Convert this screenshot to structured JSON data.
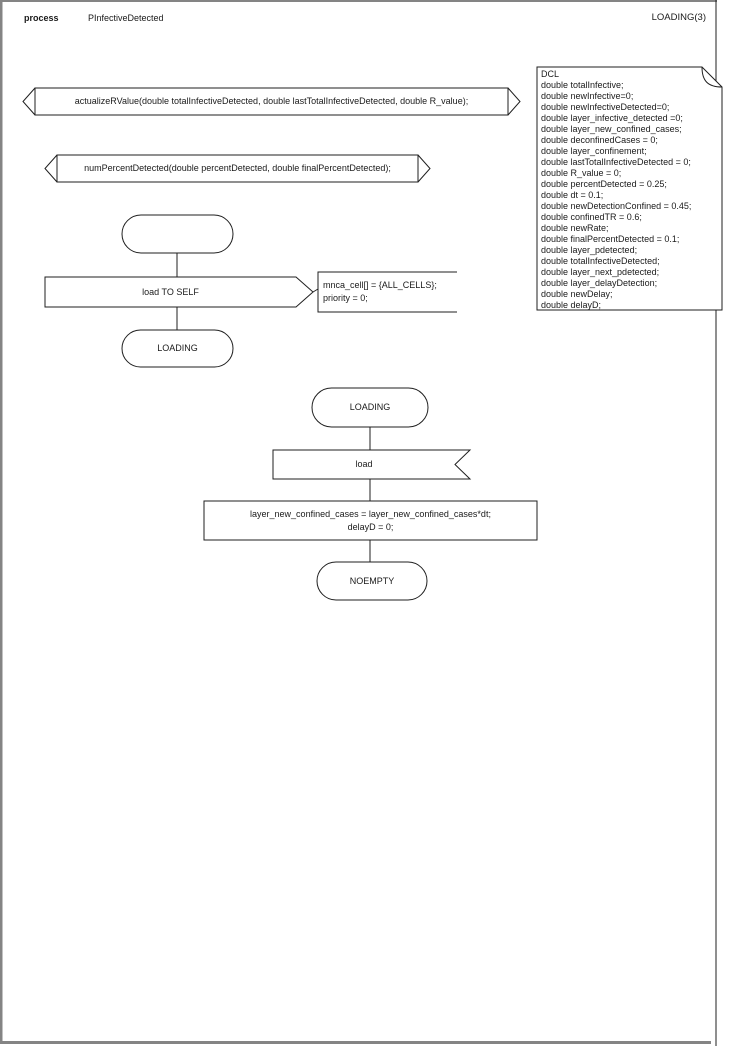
{
  "page": {
    "header": {
      "kind_label": "process",
      "process_name": "PInfectiveDetected",
      "page_label": "LOADING(3)"
    },
    "procedures": [
      {
        "label": "actualizeRValue(double totalInfectiveDetected, double lastTotalInfectiveDetected, double R_value);"
      },
      {
        "label": "numPercentDetected(double percentDetected, double finalPercentDetected);"
      }
    ],
    "declarations": {
      "lines": [
        "DCL",
        "double totalInfective;",
        "double newInfective=0;",
        "double newInfectiveDetected=0;",
        "double layer_infective_detected =0;",
        "double layer_new_confined_cases;",
        "double deconfinedCases = 0;",
        "double layer_confinement;",
        "double lastTotalInfectiveDetected = 0;",
        "double R_value = 0;",
        "double percentDetected = 0.25;",
        "double dt = 0.1;",
        "double newDetectionConfined = 0.45;",
        "double confinedTR = 0.6;",
        "double newRate;",
        "double finalPercentDetected = 0.1;",
        "double layer_pdetected;",
        "double totalInfectiveDetected;",
        "double layer_next_pdetected;",
        "double layer_delayDetection;",
        "double newDelay;",
        "double delayD;"
      ]
    },
    "flow1": {
      "output_signal": "load TO SELF",
      "comment": "mnca_cell[] = {ALL_CELLS};\npriority = 0;",
      "next_state": "LOADING"
    },
    "flow2": {
      "state_top": "LOADING",
      "input_signal": "load",
      "task": "layer_new_confined_cases = layer_new_confined_cases*dt;\ndelayD = 0;",
      "next_state": "NOEMPTY"
    },
    "colors": {
      "line": "#1f1f1f",
      "frame": "#848484",
      "background": "#ffffff"
    }
  }
}
